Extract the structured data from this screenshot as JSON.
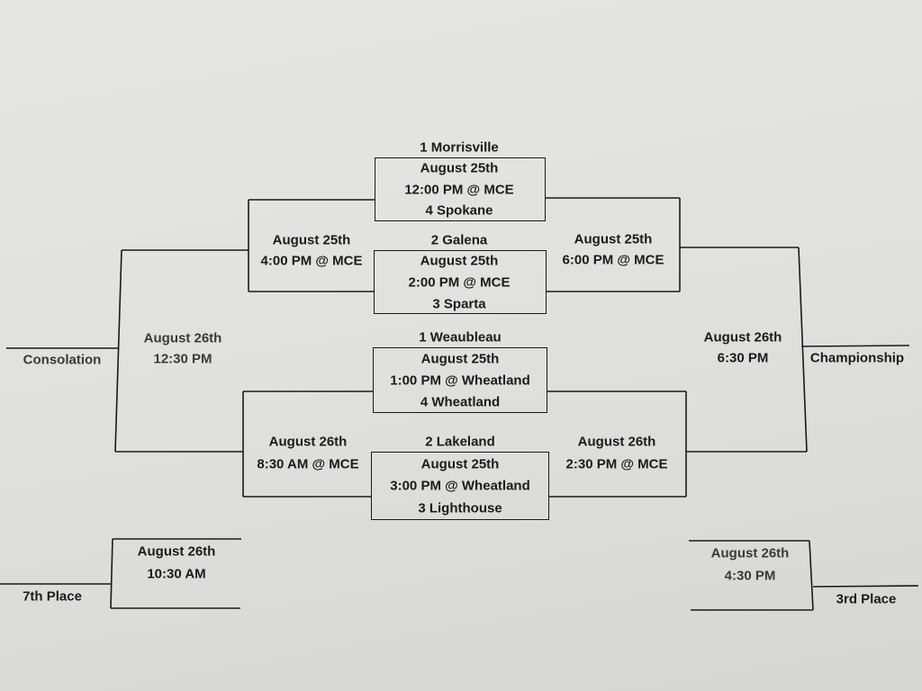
{
  "first_round": [
    {
      "seed_top": "1 Morrisville",
      "date": "August 25th",
      "time": "12:00 PM @ MCE",
      "seed_bottom": "4 Spokane"
    },
    {
      "seed_top": "2 Galena",
      "date": "August 25th",
      "time": "2:00 PM @ MCE",
      "seed_bottom": "3 Sparta"
    },
    {
      "seed_top": "1 Weaubleau",
      "date": "August 25th",
      "time": "1:00 PM @ Wheatland",
      "seed_bottom": "4 Wheatland"
    },
    {
      "seed_top": "2 Lakeland",
      "date": "August 25th",
      "time": "3:00 PM @ Wheatland",
      "seed_bottom": "3 Lighthouse"
    }
  ],
  "upper_consolation": {
    "date": "August 25th",
    "time": "4:00 PM @ MCE"
  },
  "upper_winners": {
    "date": "August 25th",
    "time": "6:00 PM @ MCE"
  },
  "lower_consolation": {
    "date": "August 26th",
    "time": "8:30 AM @ MCE"
  },
  "lower_winners": {
    "date": "August 26th",
    "time": "2:30 PM @ MCE"
  },
  "consolation_final": {
    "date": "August 26th",
    "time": "12:30 PM",
    "label": "Consolation"
  },
  "championship_final": {
    "date": "August 26th",
    "time": "6:30 PM",
    "label": "Championship"
  },
  "seventh_place": {
    "date": "August 26th",
    "time": "10:30 AM",
    "label": "7th Place"
  },
  "third_place": {
    "date": "August 26th",
    "time": "4:30 PM",
    "label": "3rd Place"
  }
}
